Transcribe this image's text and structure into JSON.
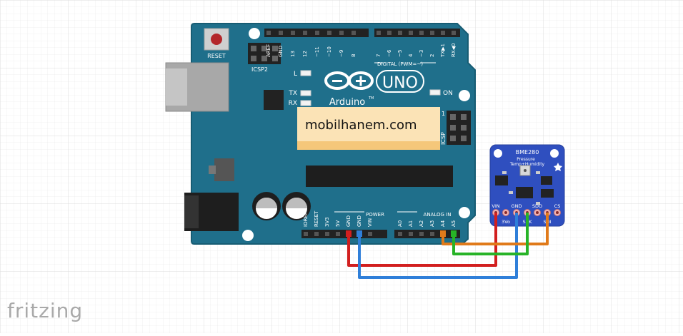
{
  "app": {
    "brand": "fritzing",
    "watermark": "mobilhanem.com"
  },
  "arduino": {
    "logo": "Arduino",
    "logo_tm": "TM",
    "model": "UNO",
    "reset": "RESET",
    "icsp2": "ICSP2",
    "icsp": "ICSP",
    "icsp_pin": "1",
    "led_l": "L",
    "led_tx": "TX",
    "led_rx": "RX",
    "led_on": "ON",
    "digital_header": "DIGITAL (PWM=~)",
    "digital_pins": [
      "AREF",
      "GND",
      "13",
      "12",
      "~11",
      "~10",
      "~9",
      "8",
      "7",
      "~6",
      "~5",
      "4",
      "~3",
      "2",
      "TX▶1",
      "RX◀0"
    ],
    "power_header": "POWER",
    "power_pins": [
      "IOREF",
      "RESET",
      "3V3",
      "5V",
      "GND",
      "GND",
      "VIN"
    ],
    "analog_header": "ANALOG IN",
    "analog_pins": [
      "A0",
      "A1",
      "A2",
      "A3",
      "A4",
      "A5"
    ]
  },
  "sensor": {
    "name": "BME280",
    "desc1": "Pressure",
    "desc2": "Temp+Humidity",
    "pins_top": [
      "VIN",
      "GND",
      "SDO",
      "CS"
    ],
    "pins_bottom": [
      "3Vo",
      "SCK",
      "SDI"
    ]
  },
  "colors": {
    "board": "#1f6f8b",
    "board_edge": "#175c73",
    "wire_red": "#d21f1f",
    "wire_blue": "#2f7fd9",
    "wire_green": "#27b327",
    "wire_orange": "#e07a1a",
    "sensor": "#2f4fbf",
    "grid": "#e3e3e3"
  }
}
